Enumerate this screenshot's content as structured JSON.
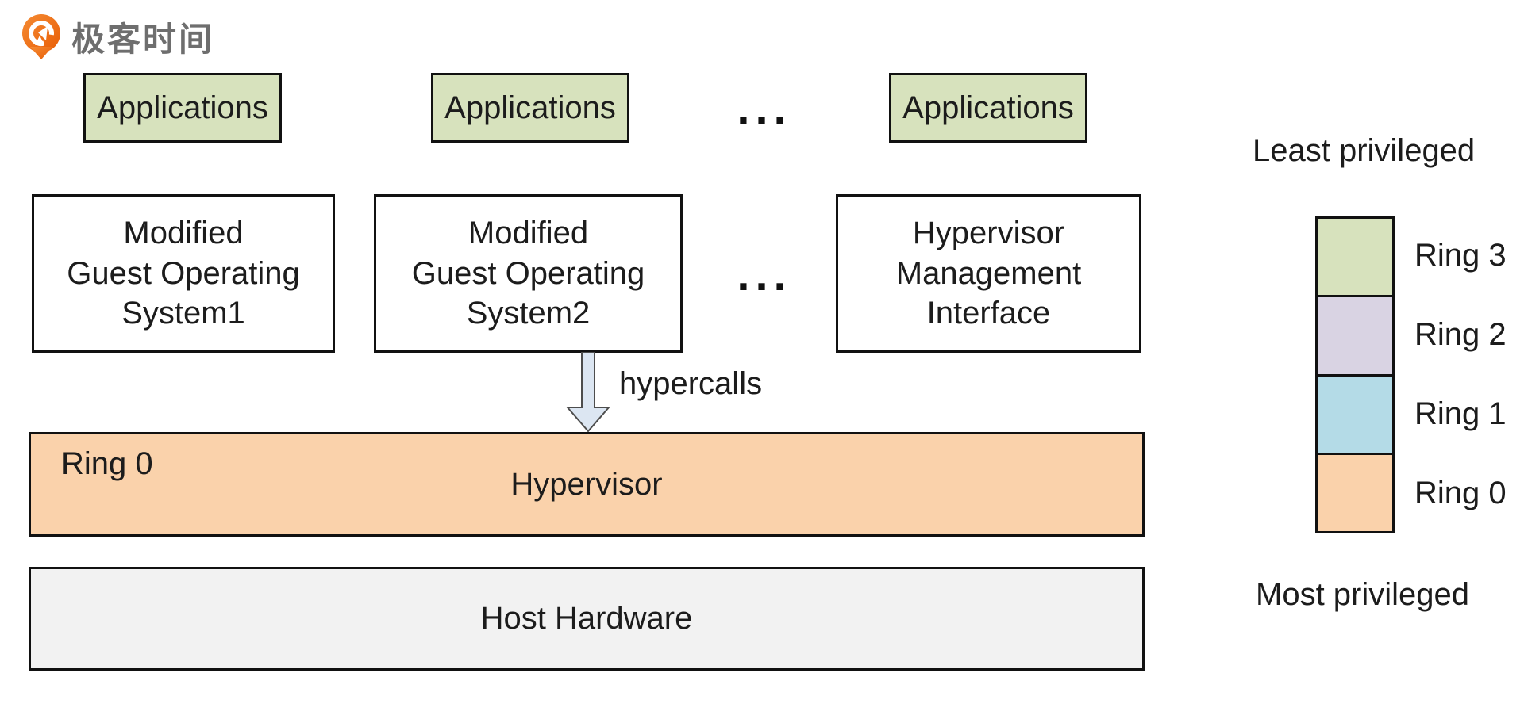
{
  "brand": {
    "logo_text": "极客时间",
    "logo_icon": "geektime-pin-icon",
    "logo_color": "#ee6a1d",
    "logo_text_color": "#6e6e6e"
  },
  "layers": {
    "apps_row": {
      "boxes": [
        "Applications",
        "Applications",
        "Applications"
      ],
      "ellipsis": "..."
    },
    "guest_row": {
      "guest1": "Modified\nGuest Operating\nSystem1",
      "guest2": "Modified\nGuest Operating\nSystem2",
      "ellipsis": "...",
      "hmi": "Hypervisor\nManagement\nInterface"
    },
    "arrow": {
      "label": "hypercalls",
      "icon": "block-arrow-down",
      "fill": "#dce6f2"
    },
    "hypervisor": {
      "corner_label": "Ring 0",
      "title": "Hypervisor",
      "fill": "#fad2ab"
    },
    "host": {
      "title": "Host Hardware",
      "fill": "#f2f2f2"
    }
  },
  "legend": {
    "top_label": "Least privileged",
    "bottom_label": "Most privileged",
    "rings": [
      {
        "label": "Ring 3",
        "color": "#d7e2bd"
      },
      {
        "label": "Ring 2",
        "color": "#d9d3e3"
      },
      {
        "label": "Ring 1",
        "color": "#b4dbe7"
      },
      {
        "label": "Ring 0",
        "color": "#fad2ab"
      }
    ]
  },
  "colors": {
    "app_box": "#d7e2bd",
    "guest_box": "#ffffff",
    "border": "#111111",
    "text": "#1c1c1c"
  }
}
